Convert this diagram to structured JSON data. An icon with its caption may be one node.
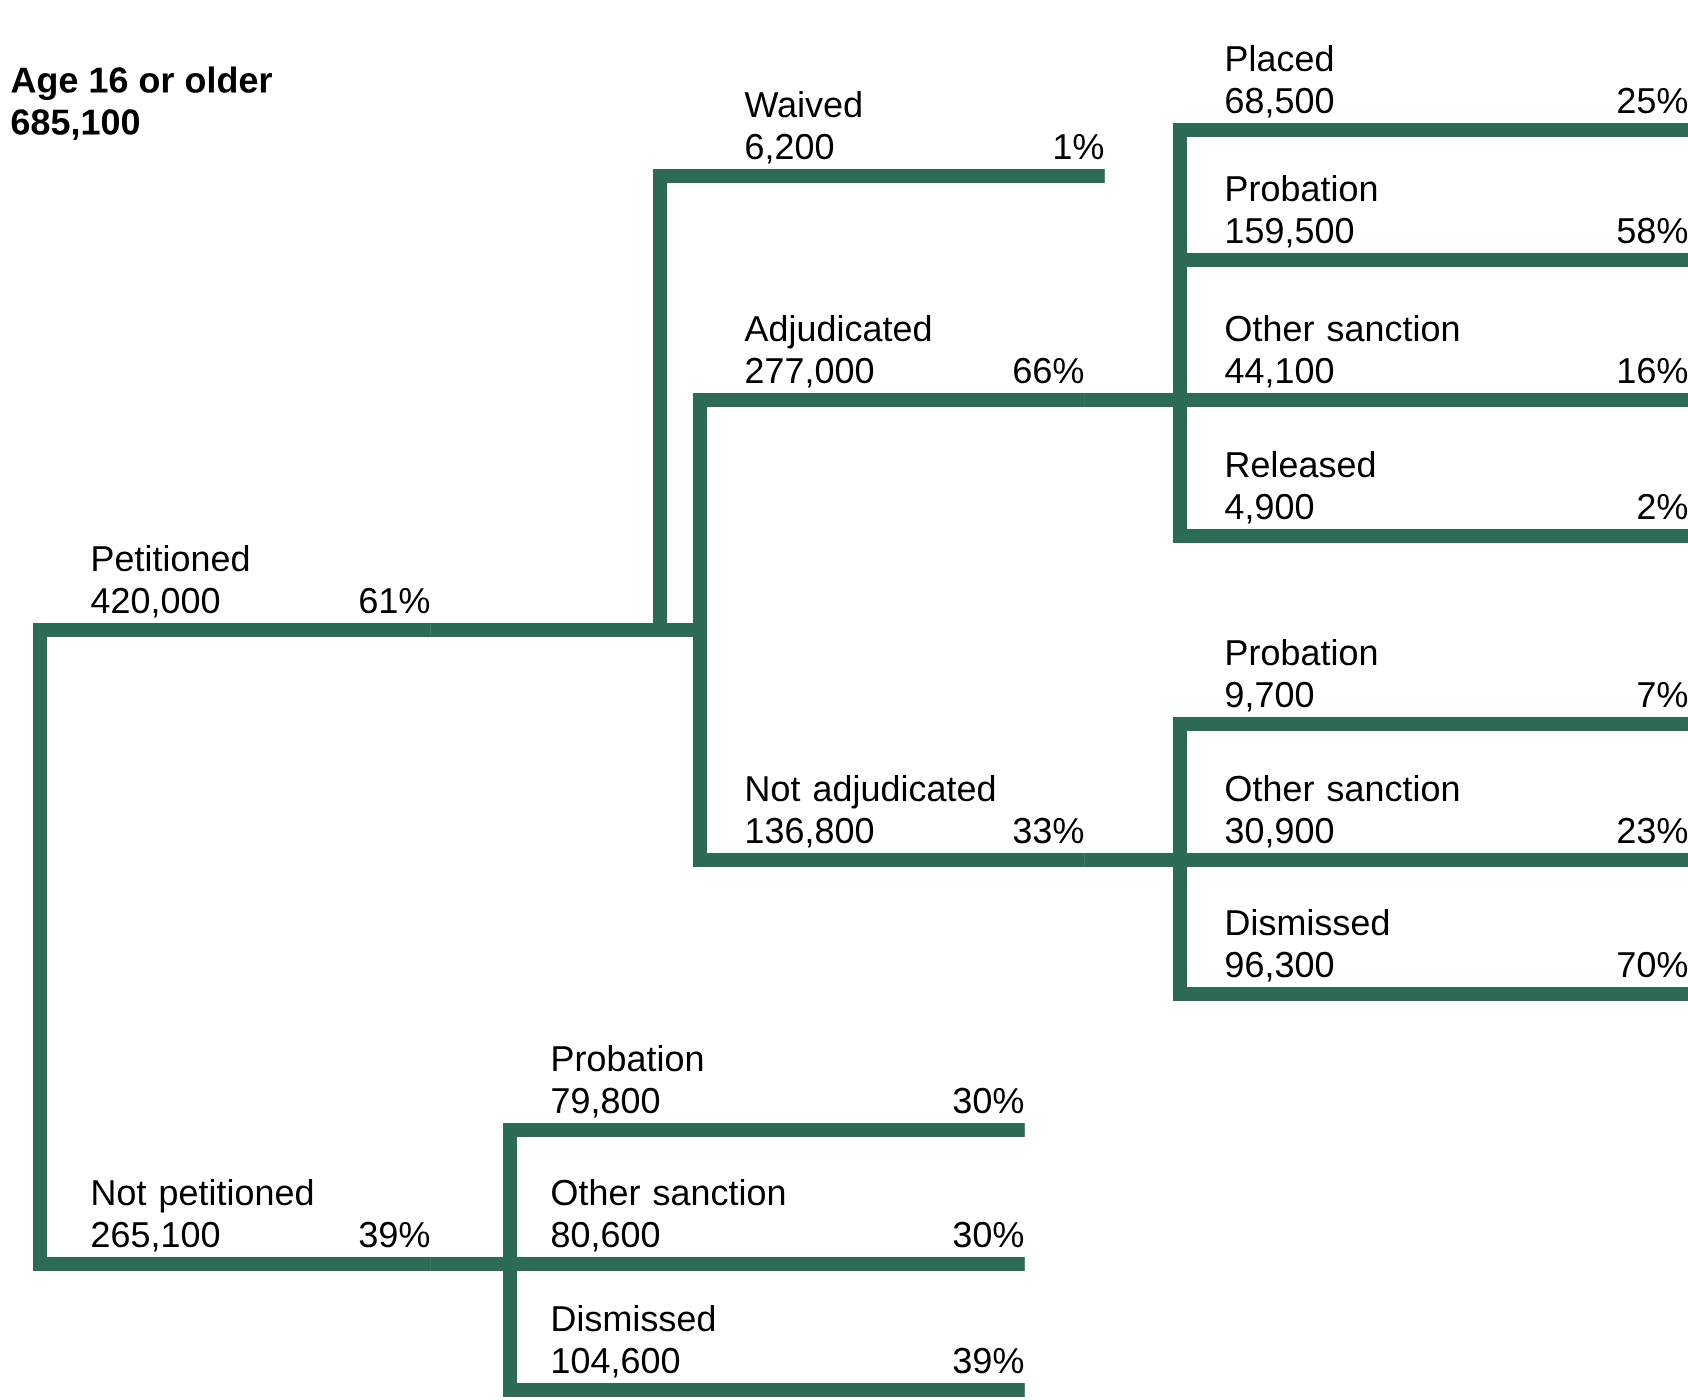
{
  "diagram": {
    "nodes": [
      {
        "text": [
          "Age 16 or older",
          "685,100"
        ]
      },
      {
        "text": [
          "Petitioned",
          "420,000",
          "61%"
        ]
      },
      {
        "text": [
          "Waived",
          "6,200",
          "1%"
        ]
      },
      {
        "text": [
          "Adjudicated",
          "277,000",
          "66%"
        ]
      },
      {
        "text": [
          "Placed",
          "68,500",
          "25%"
        ]
      },
      {
        "text": [
          "Probation",
          "159,500",
          "58%"
        ]
      },
      {
        "text": [
          "Other sanction",
          "44,100",
          "16%"
        ]
      },
      {
        "text": [
          "Released",
          "4,900",
          "2%"
        ]
      },
      {
        "text": [
          "Not adjudicated",
          "136,800",
          "33%"
        ]
      },
      {
        "text": [
          "Probation",
          "9,700",
          "7%"
        ]
      },
      {
        "text": [
          "Other sanction",
          "30,900",
          "23%"
        ]
      },
      {
        "text": [
          "Dismissed",
          "96,300",
          "70%"
        ]
      },
      {
        "text": [
          "Not petitioned",
          "265,100",
          "39%"
        ]
      },
      {
        "text": [
          "Probation",
          "79,800",
          "30%"
        ]
      },
      {
        "text": [
          "Other sanction",
          "80,600",
          "30%"
        ]
      },
      {
        "text": [
          "Dismissed",
          "104,600",
          "39%"
        ]
      }
    ],
    "edges": [
      {
        "from": 1,
        "to": 12,
        "arrow": "none"
      },
      {
        "from": 1,
        "to": 2,
        "arrow": "none"
      },
      {
        "from": 1,
        "to": 3,
        "arrow": "none"
      },
      {
        "from": 1,
        "to": 8,
        "arrow": "none"
      },
      {
        "from": 3,
        "to": 4,
        "arrow": "none"
      },
      {
        "from": 3,
        "to": 5,
        "arrow": "none"
      },
      {
        "from": 3,
        "to": 6,
        "arrow": "none"
      },
      {
        "from": 3,
        "to": 7,
        "arrow": "none"
      },
      {
        "from": 8,
        "to": 9,
        "arrow": "none"
      },
      {
        "from": 8,
        "to": 10,
        "arrow": "none"
      },
      {
        "from": 8,
        "to": 11,
        "arrow": "none"
      },
      {
        "from": 12,
        "to": 13,
        "arrow": "none"
      },
      {
        "from": 12,
        "to": 14,
        "arrow": "none"
      },
      {
        "from": 12,
        "to": 15,
        "arrow": "none"
      }
    ]
  }
}
